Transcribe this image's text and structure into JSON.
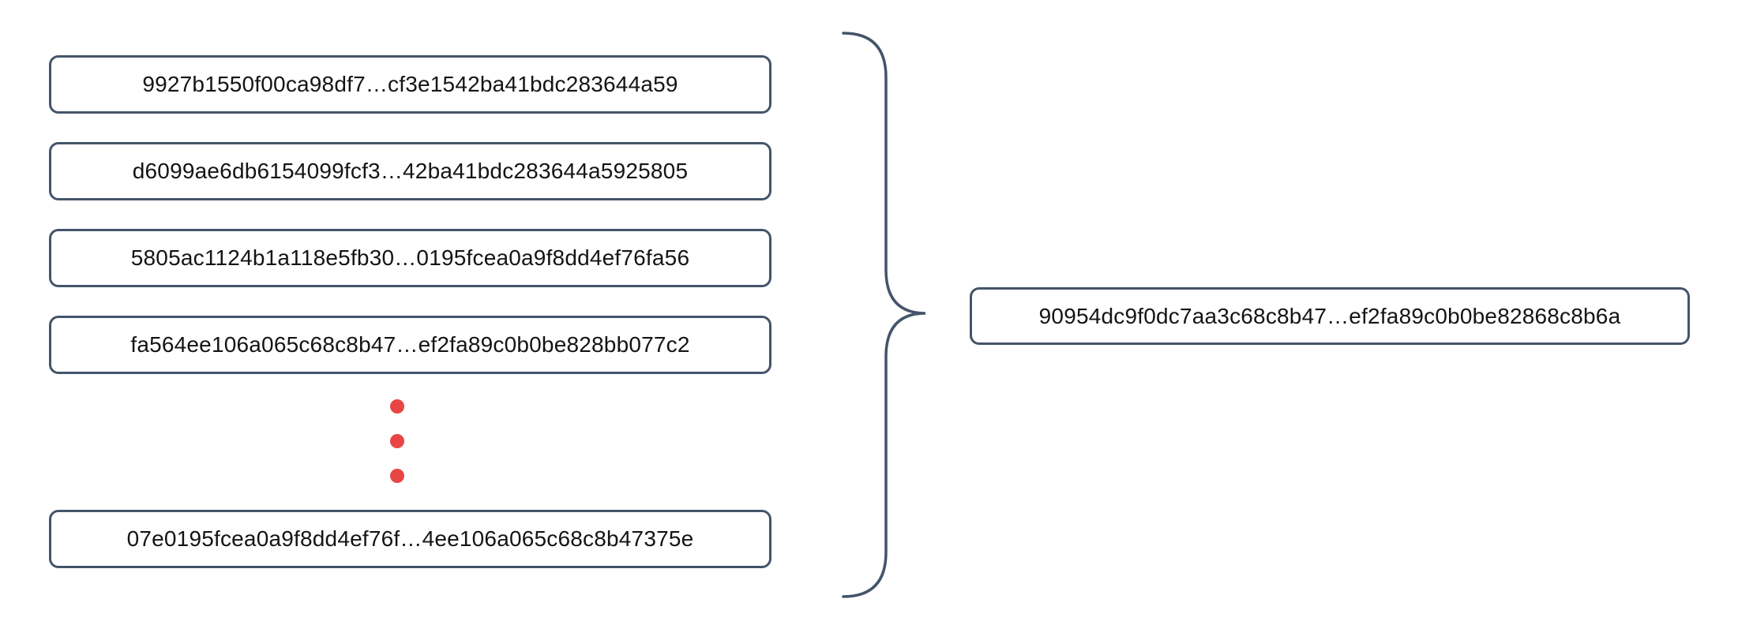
{
  "diagram": {
    "input_hashes": [
      "9927b1550f00ca98df7…cf3e1542ba41bdc283644a59",
      "d6099ae6db6154099fcf3…42ba41bdc283644a5925805",
      "5805ac1124b1a118e5fb30…0195fcea0a9f8dd4ef76fa56",
      "fa564ee106a065c68c8b47…ef2fa89c0b0be828bb077c2",
      "07e0195fcea0a9f8dd4ef76f…4ee106a065c68c8b47375e"
    ],
    "output_hash": "90954dc9f0dc7aa3c68c8b47…ef2fa89c0b0be82868c8b6a",
    "ellipsis_dot_count": 3,
    "colors": {
      "outline": "#44546A",
      "ellipsis_dot": "#E84545",
      "text": "#141414",
      "background": "#FFFFFF"
    }
  }
}
